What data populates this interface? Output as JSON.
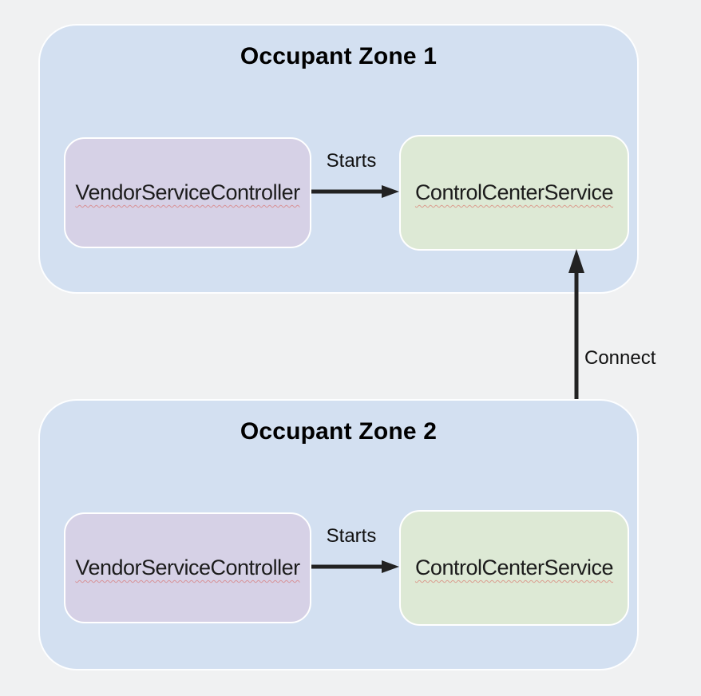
{
  "colors": {
    "page_bg": "#f0f1f2",
    "zone_fill": "#d3e0f1",
    "controller_fill": "#d6d1e6",
    "service_fill": "#dde9d5",
    "box_border": "#ffffff",
    "text": "#1c1c1c",
    "arrow": "#222222",
    "spellcheck_squiggle": "#d95f55"
  },
  "zones": [
    {
      "title": "Occupant Zone 1",
      "controller_label": "VendorServiceController",
      "service_label": "ControlCenterService",
      "edge_label": "Starts"
    },
    {
      "title": "Occupant Zone 2",
      "controller_label": "VendorServiceController",
      "service_label": "ControlCenterService",
      "edge_label": "Starts"
    }
  ],
  "connection": {
    "label": "Connect"
  }
}
